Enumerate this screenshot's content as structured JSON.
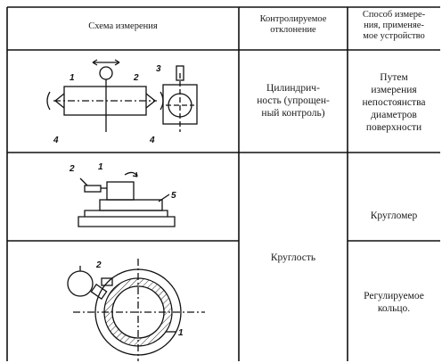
{
  "table": {
    "headers": {
      "scheme": "Схема измерения",
      "controlled": [
        "Контролируемое",
        "отклонение"
      ],
      "method": [
        "Способ измере-",
        "ния, применяе-",
        "мое устройство"
      ]
    },
    "rows": [
      {
        "deviation": [
          "Цилиндрич-",
          "ность (упрощен-",
          "ный контроль)"
        ],
        "method": [
          "Путем",
          "измерения",
          "непостоянства",
          "диаметров",
          "поверхности"
        ],
        "labels": [
          "1",
          "2",
          "3",
          "4",
          "4"
        ]
      },
      {
        "method": [
          "Кругломер"
        ],
        "labels": [
          "2",
          "1",
          "5"
        ]
      },
      {
        "deviation": [
          "Круглость"
        ],
        "method": [
          "Регулируемое",
          "кольцо."
        ],
        "labels": [
          "2",
          "1"
        ]
      }
    ]
  }
}
